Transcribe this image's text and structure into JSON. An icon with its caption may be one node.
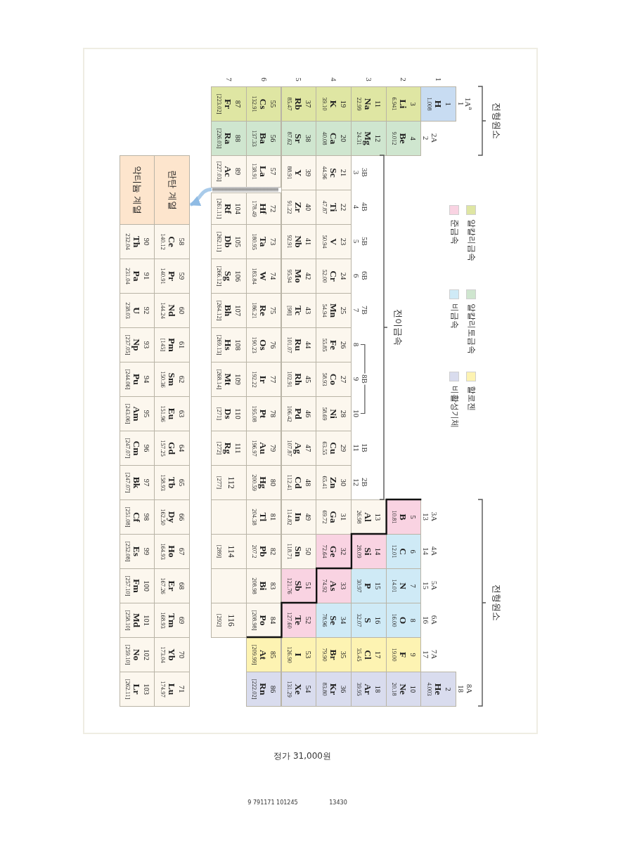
{
  "diagram": {
    "nodes": [
      {
        "text": [
          "1",
          "H",
          "1.008"
        ]
      },
      {
        "text": [
          "2",
          "He",
          "4.003"
        ]
      },
      {
        "text": [
          "3",
          "Li",
          "6.941"
        ]
      },
      {
        "text": [
          "4",
          "Be",
          "9.012"
        ]
      },
      {
        "text": [
          "5",
          "B",
          "10.81"
        ]
      },
      {
        "text": [
          "6",
          "C",
          "12.01"
        ]
      },
      {
        "text": [
          "7",
          "N",
          "14.01"
        ]
      },
      {
        "text": [
          "8",
          "O",
          "16.00"
        ]
      },
      {
        "text": [
          "9",
          "F",
          "19.00"
        ]
      },
      {
        "text": [
          "10",
          "Ne",
          "20.18"
        ]
      },
      {
        "text": [
          "11",
          "Na",
          "22.99"
        ]
      },
      {
        "text": [
          "12",
          "Mg",
          "24.31"
        ]
      },
      {
        "text": [
          "13",
          "Al",
          "26.98"
        ]
      },
      {
        "text": [
          "14",
          "Si",
          "28.09"
        ]
      },
      {
        "text": [
          "15",
          "P",
          "30.97"
        ]
      },
      {
        "text": [
          "16",
          "S",
          "32.07"
        ]
      },
      {
        "text": [
          "17",
          "Cl",
          "35.45"
        ]
      },
      {
        "text": [
          "18",
          "Ar",
          "39.95"
        ]
      },
      {
        "text": [
          "19",
          "K",
          "39.10"
        ]
      },
      {
        "text": [
          "20",
          "Ca",
          "40.08"
        ]
      },
      {
        "text": [
          "21",
          "Sc",
          "44.96"
        ]
      },
      {
        "text": [
          "22",
          "Ti",
          "47.87"
        ]
      },
      {
        "text": [
          "23",
          "V",
          "50.94"
        ]
      },
      {
        "text": [
          "24",
          "Cr",
          "52.00"
        ]
      },
      {
        "text": [
          "25",
          "Mn",
          "54.94"
        ]
      },
      {
        "text": [
          "26",
          "Fe",
          "55.85"
        ]
      },
      {
        "text": [
          "27",
          "Co",
          "58.93"
        ]
      },
      {
        "text": [
          "28",
          "Ni",
          "58.69"
        ]
      },
      {
        "text": [
          "29",
          "Cu",
          "63.55"
        ]
      },
      {
        "text": [
          "30",
          "Zn",
          "65.41"
        ]
      },
      {
        "text": [
          "31",
          "Ga",
          "69.72"
        ]
      },
      {
        "text": [
          "32",
          "Ge",
          "72.64"
        ]
      },
      {
        "text": [
          "33",
          "As",
          "74.92"
        ]
      },
      {
        "text": [
          "34",
          "Se",
          "78.96"
        ]
      },
      {
        "text": [
          "35",
          "Br",
          "79.90"
        ]
      },
      {
        "text": [
          "36",
          "Kr",
          "83.80"
        ]
      },
      {
        "text": [
          "37",
          "Rb",
          "85.47"
        ]
      },
      {
        "text": [
          "38",
          "Sr",
          "87.62"
        ]
      },
      {
        "text": [
          "39",
          "Y",
          "88.91"
        ]
      },
      {
        "text": [
          "40",
          "Zr",
          "91.22"
        ]
      },
      {
        "text": [
          "41",
          "Nb",
          "92.91"
        ]
      },
      {
        "text": [
          "42",
          "Mo",
          "95.94"
        ]
      },
      {
        "text": [
          "43",
          "Tc",
          "[98]"
        ]
      },
      {
        "text": [
          "44",
          "Ru",
          "101.07"
        ]
      },
      {
        "text": [
          "45",
          "Rh",
          "102.91"
        ]
      },
      {
        "text": [
          "46",
          "Pd",
          "106.42"
        ]
      },
      {
        "text": [
          "47",
          "Ag",
          "107.87"
        ]
      },
      {
        "text": [
          "48",
          "Cd",
          "112.41"
        ]
      },
      {
        "text": [
          "49",
          "In",
          "114.82"
        ]
      },
      {
        "text": [
          "50",
          "Sn",
          "118.71"
        ]
      },
      {
        "text": [
          "51",
          "Sb",
          "121.76"
        ]
      },
      {
        "text": [
          "52",
          "Te",
          "127.60"
        ]
      },
      {
        "text": [
          "53",
          "I",
          "126.90"
        ]
      },
      {
        "text": [
          "54",
          "Xe",
          "131.29"
        ]
      },
      {
        "text": [
          "55",
          "Cs",
          "132.91"
        ]
      },
      {
        "text": [
          "56",
          "Ba",
          "137.33"
        ]
      },
      {
        "text": [
          "57",
          "La",
          "138.91"
        ]
      },
      {
        "text": [
          "72",
          "Hf",
          "178.49"
        ]
      },
      {
        "text": [
          "73",
          "Ta",
          "180.95"
        ]
      },
      {
        "text": [
          "74",
          "W",
          "183.84"
        ]
      },
      {
        "text": [
          "75",
          "Re",
          "186.21"
        ]
      },
      {
        "text": [
          "76",
          "Os",
          "190.23"
        ]
      },
      {
        "text": [
          "77",
          "Ir",
          "192.22"
        ]
      },
      {
        "text": [
          "78",
          "Pt",
          "195.08"
        ]
      },
      {
        "text": [
          "79",
          "Au",
          "196.97"
        ]
      },
      {
        "text": [
          "80",
          "Hg",
          "200.59"
        ]
      },
      {
        "text": [
          "81",
          "Tl",
          "204.38"
        ]
      },
      {
        "text": [
          "82",
          "Pb",
          "207.2"
        ]
      },
      {
        "text": [
          "83",
          "Bi",
          "208.98"
        ]
      },
      {
        "text": [
          "84",
          "Po",
          "[208.98]"
        ]
      },
      {
        "text": [
          "85",
          "At",
          "[209.99]"
        ]
      },
      {
        "text": [
          "86",
          "Rn",
          "[222.02]"
        ]
      },
      {
        "text": [
          "87",
          "Fr",
          "[223.02]"
        ]
      },
      {
        "text": [
          "88",
          "Ra",
          "[226.03]"
        ]
      },
      {
        "text": [
          "89",
          "Ac",
          "[227.03]"
        ]
      },
      {
        "text": [
          "104",
          "Rf",
          "[261.11]"
        ]
      },
      {
        "text": [
          "105",
          "Db",
          "[262.11]"
        ]
      },
      {
        "text": [
          "106",
          "Sg",
          "[266.12]"
        ]
      },
      {
        "text": [
          "107",
          "Bh",
          "[264.12]"
        ]
      },
      {
        "text": [
          "108",
          "Hs",
          "[269.13]"
        ]
      },
      {
        "text": [
          "109",
          "Mt",
          "[268.14]"
        ]
      },
      {
        "text": [
          "110",
          "Ds",
          "[271]"
        ]
      },
      {
        "text": [
          "111",
          "Rg",
          "[272]"
        ]
      },
      {
        "text": [
          "112",
          "[277]"
        ]
      },
      {
        "text": [],
        "shape": "box"
      },
      {
        "text": [
          "114",
          "[289]"
        ]
      },
      {
        "text": [],
        "shape": "box"
      },
      {
        "text": [
          "116",
          "[292]"
        ]
      },
      {
        "text": [
          "란탄 계열"
        ]
      },
      {
        "text": [
          "58",
          "Ce",
          "140.12"
        ]
      },
      {
        "text": [
          "59",
          "Pr",
          "140.91"
        ]
      },
      {
        "text": [
          "60",
          "Nd",
          "144.24"
        ]
      },
      {
        "text": [
          "61",
          "Pm",
          "[145]"
        ]
      },
      {
        "text": [
          "62",
          "Sm",
          "150.36"
        ]
      },
      {
        "text": [
          "63",
          "Eu",
          "151.96"
        ]
      },
      {
        "text": [
          "64",
          "Gd",
          "157.25"
        ]
      },
      {
        "text": [
          "65",
          "Tb",
          "158.93"
        ]
      },
      {
        "text": [
          "66",
          "Dy",
          "162.50"
        ]
      },
      {
        "text": [
          "67",
          "Ho",
          "164.93"
        ]
      },
      {
        "text": [
          "68",
          "Er",
          "167.26"
        ]
      },
      {
        "text": [
          "69",
          "Tm",
          "168.93"
        ]
      },
      {
        "text": [
          "70",
          "Yb",
          "173.04"
        ]
      },
      {
        "text": [
          "71",
          "Lu",
          "174.97"
        ]
      },
      {
        "text": [
          "악티늄 계열"
        ]
      },
      {
        "text": [
          "90",
          "Th",
          "232.04"
        ]
      },
      {
        "text": [
          "91",
          "Pa",
          "231.04"
        ]
      },
      {
        "text": [
          "92",
          "U",
          "238.03"
        ]
      },
      {
        "text": [
          "93",
          "Np",
          "[237.05]"
        ]
      },
      {
        "text": [
          "94",
          "Pu",
          "[244.06]"
        ]
      },
      {
        "text": [
          "95",
          "Am",
          "[243.06]"
        ]
      },
      {
        "text": [
          "96",
          "Cm",
          "[247.07]"
        ]
      },
      {
        "text": [
          "97",
          "Bk",
          "[247.07]"
        ]
      },
      {
        "text": [
          "98",
          "Cf",
          "[251.08]"
        ]
      },
      {
        "text": [
          "99",
          "Es",
          "[252.08]"
        ]
      },
      {
        "text": [
          "100",
          "Fm",
          "[257.10]"
        ]
      },
      {
        "text": [
          "101",
          "Md",
          "[258.10]"
        ]
      },
      {
        "text": [
          "102",
          "No",
          "[259.10]"
        ]
      },
      {
        "text": [
          "103",
          "Lr",
          "[262.11]"
        ]
      },
      {
        "text": [],
        "shape": "bar"
      }
    ],
    "edges": [
      {
        "from": 118,
        "to": 88,
        "arrow": "to"
      }
    ],
    "labels": [
      "전형원소",
      "1A$^{a}$",
      "1",
      "2A",
      "2",
      "전이금속",
      "3B",
      "3",
      "4B",
      "4",
      "5B",
      "5",
      "6B",
      "6",
      "7B",
      "7",
      "8B",
      "8",
      "9",
      "10",
      "1B",
      "11",
      "2B",
      "12",
      "전형원소",
      "3A",
      "13",
      "4A",
      "14",
      "5A",
      "15",
      "6A",
      "16",
      "7A",
      "17",
      "8A",
      "18",
      "1",
      "2",
      "3",
      "4",
      "5",
      "6",
      "7",
      "정가 31,000원",
      "9 791171 101245",
      "13430"
    ],
    "legend": [
      {
        "text": "알칼리금속",
        "color": "#dfe6a3"
      },
      {
        "text": "알칼리토금속",
        "color": "#cfe6cf"
      },
      {
        "text": "할로젠",
        "color": "#fdf3b2"
      },
      {
        "text": "준금속",
        "color": "#f9d3e2"
      },
      {
        "text": "비금속",
        "color": "#cfeaf6"
      },
      {
        "text": "비활성기체",
        "color": "#d9dcee"
      }
    ]
  }
}
